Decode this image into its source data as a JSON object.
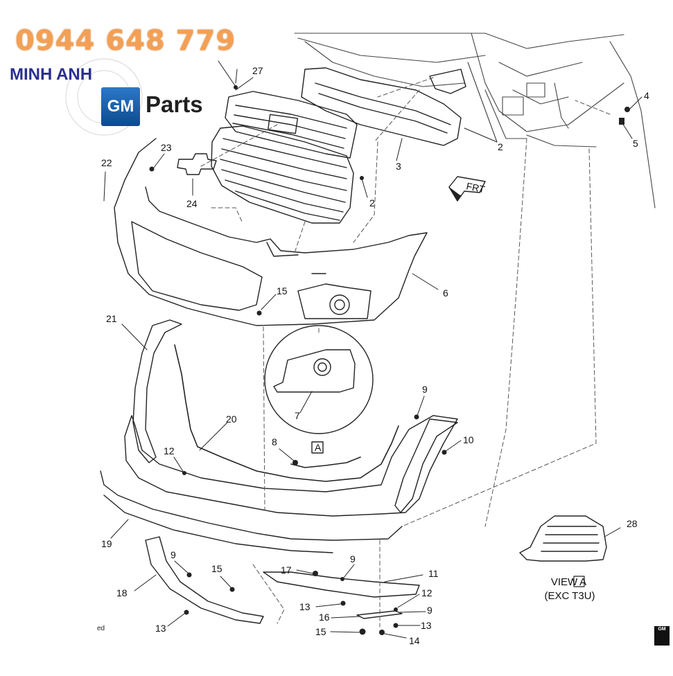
{
  "watermark": {
    "phone": "0944 648 779",
    "shop": "MINH ANH",
    "logo_gm": "GM",
    "logo_parts": "Parts"
  },
  "diagram": {
    "orientation_label": "FRT",
    "view_title": "VIEW",
    "view_box_letter": "A",
    "view_note": "(EXC T3U)",
    "detail_circle_letter": "A",
    "corner_text": "ed",
    "gm_corner_mark": "GM",
    "callouts": {
      "c27": "27",
      "c23": "23",
      "c22": "22",
      "c24": "24",
      "c2a": "2",
      "c2b": "2",
      "c3": "3",
      "c4": "4",
      "c5": "5",
      "c6": "6",
      "c15a": "15",
      "c21": "21",
      "c20": "20",
      "c7": "7",
      "c8": "8",
      "c9a": "9",
      "c10": "10",
      "c12a": "12",
      "c19": "19",
      "c28": "28",
      "c9b": "9",
      "c9c": "9",
      "c11": "11",
      "c17": "17",
      "c18": "18",
      "c15b": "15",
      "c12b": "12",
      "c13a": "13",
      "c16": "16",
      "c9d": "9",
      "c13b": "13",
      "c13c": "13",
      "c15c": "15",
      "c14": "14"
    }
  }
}
